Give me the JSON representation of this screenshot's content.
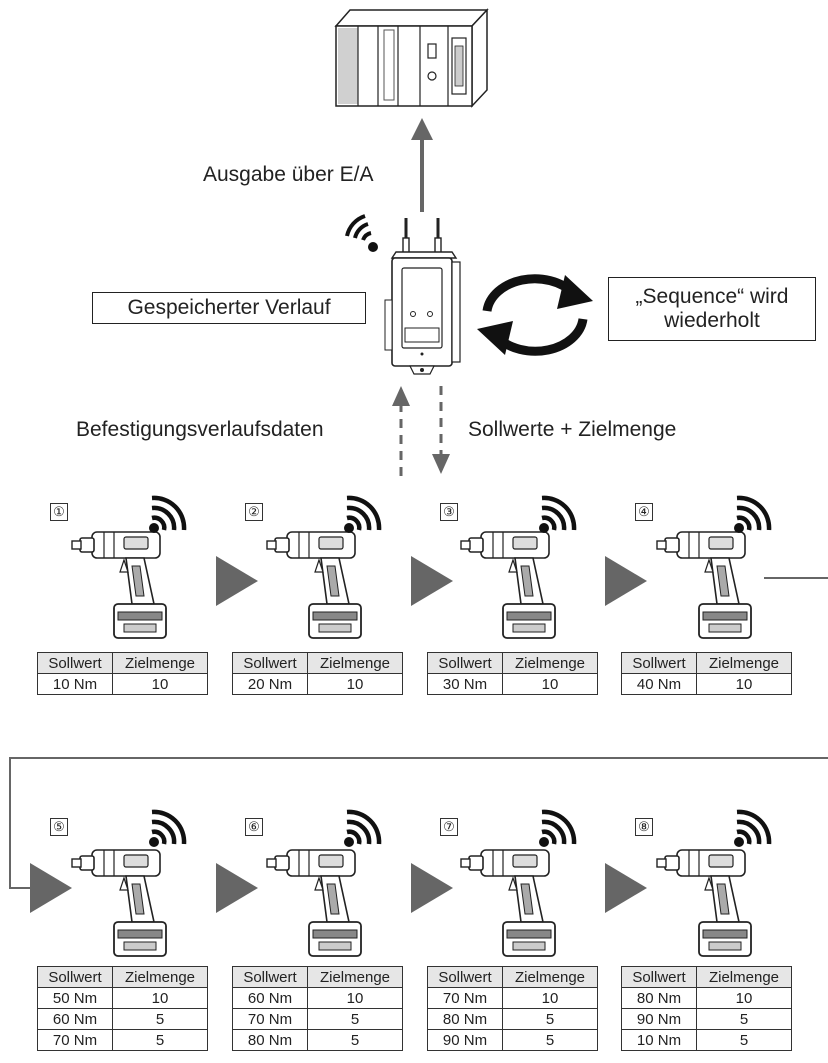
{
  "top": {
    "output_label": "Ausgabe über E/A",
    "history_label": "Gespeicherter Verlauf",
    "repeat_label_line1": "„Sequence“ wird",
    "repeat_label_line2": "wiederholt",
    "upload_label": "Befestigungsverlaufsdaten",
    "download_label": "Sollwerte + Zielmenge"
  },
  "table_headers": {
    "setpoint": "Sollwert",
    "target": "Zielmenge"
  },
  "steps": [
    {
      "number": "①",
      "rows": [
        {
          "setpoint": "10 Nm",
          "target": "10"
        }
      ]
    },
    {
      "number": "②",
      "rows": [
        {
          "setpoint": "20 Nm",
          "target": "10"
        }
      ]
    },
    {
      "number": "③",
      "rows": [
        {
          "setpoint": "30 Nm",
          "target": "10"
        }
      ]
    },
    {
      "number": "④",
      "rows": [
        {
          "setpoint": "40 Nm",
          "target": "10"
        }
      ]
    },
    {
      "number": "⑤",
      "rows": [
        {
          "setpoint": "50 Nm",
          "target": "10"
        },
        {
          "setpoint": "60 Nm",
          "target": "5"
        },
        {
          "setpoint": "70 Nm",
          "target": "5"
        }
      ]
    },
    {
      "number": "⑥",
      "rows": [
        {
          "setpoint": "60 Nm",
          "target": "10"
        },
        {
          "setpoint": "70 Nm",
          "target": "5"
        },
        {
          "setpoint": "80 Nm",
          "target": "5"
        }
      ]
    },
    {
      "number": "⑦",
      "rows": [
        {
          "setpoint": "70 Nm",
          "target": "10"
        },
        {
          "setpoint": "80 Nm",
          "target": "5"
        },
        {
          "setpoint": "90 Nm",
          "target": "5"
        }
      ]
    },
    {
      "number": "⑧",
      "rows": [
        {
          "setpoint": "80 Nm",
          "target": "10"
        },
        {
          "setpoint": "90 Nm",
          "target": "5"
        },
        {
          "setpoint": "10 Nm",
          "target": "5"
        }
      ]
    }
  ],
  "icons": {
    "plc": "plc-rack-icon",
    "controller": "wireless-controller-icon",
    "tool": "cordless-wrench-icon",
    "signal": "wifi-signal-icon",
    "cycle": "repeat-cycle-icon"
  }
}
